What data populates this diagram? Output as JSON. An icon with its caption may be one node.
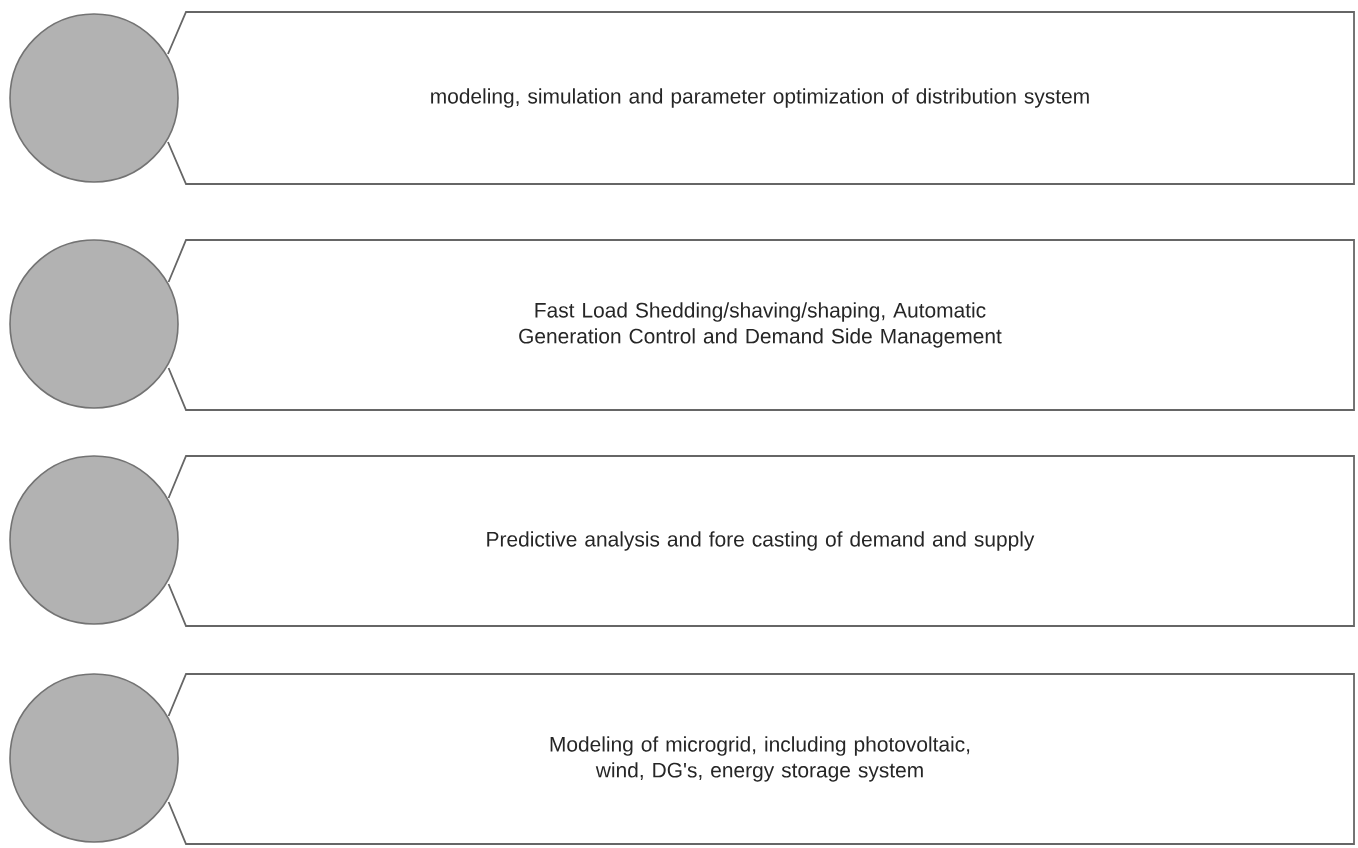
{
  "diagram": {
    "nodes": [
      {
        "text": [],
        "shape": "circle"
      },
      {
        "text": [
          "modeling, simulation and parameter optimization of distribution system"
        ]
      },
      {
        "text": [],
        "shape": "circle"
      },
      {
        "text": [
          "Fast Load Shedding/shaving/shaping, Automatic Generation Control and Demand Side Management"
        ]
      },
      {
        "text": [],
        "shape": "circle"
      },
      {
        "text": [
          "Predictive analysis and fore casting of demand and supply"
        ]
      },
      {
        "text": [],
        "shape": "circle"
      },
      {
        "text": [
          "Modeling of microgrid, including photovoltaic, wind, DG's, energy storage system"
        ]
      }
    ]
  }
}
